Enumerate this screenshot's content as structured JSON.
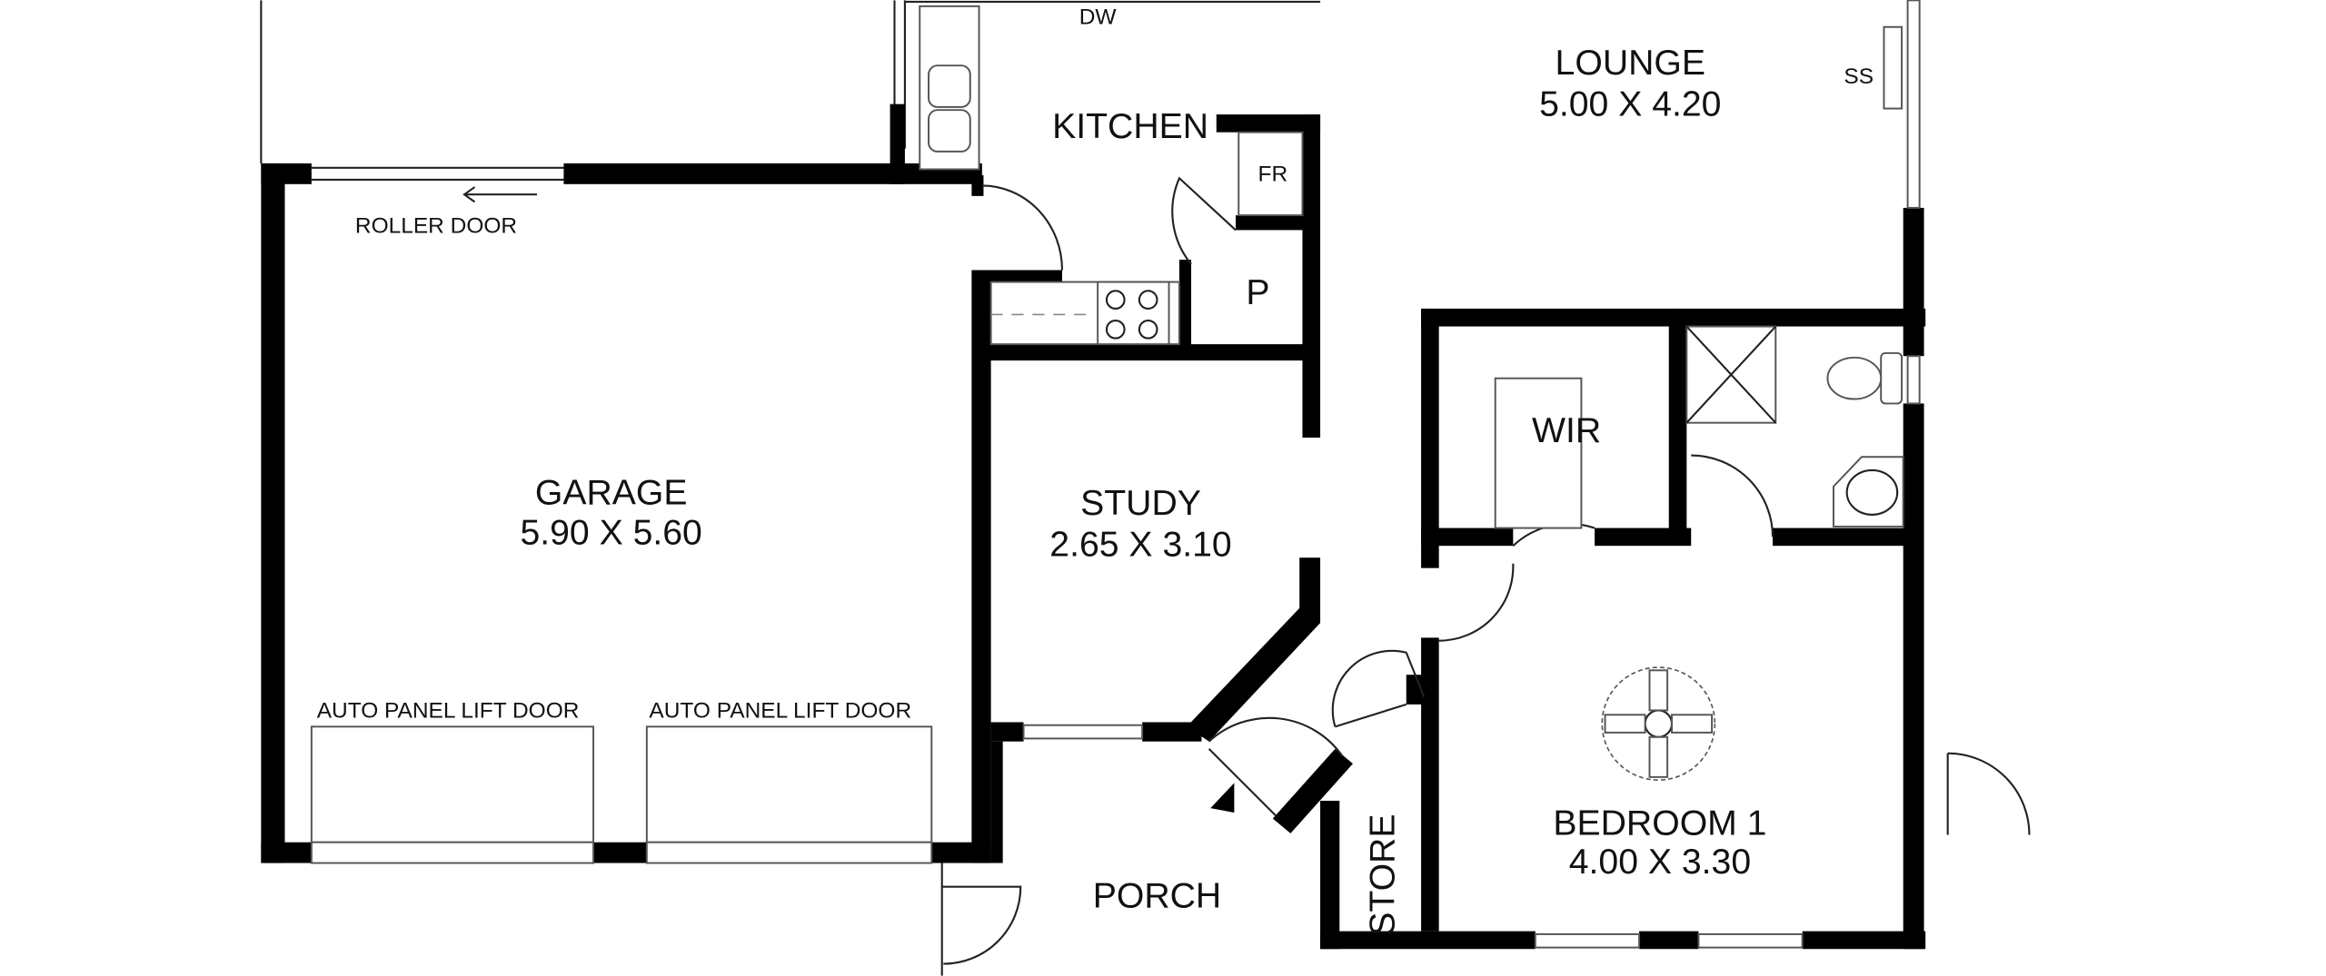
{
  "rooms": {
    "lounge": {
      "name": "LOUNGE",
      "size": "5.00 X 4.20"
    },
    "kitchen": {
      "name": "KITCHEN"
    },
    "garage": {
      "name": "GARAGE",
      "size": "5.90 X 5.60"
    },
    "study": {
      "name": "STUDY",
      "size": "2.65 X 3.10"
    },
    "bedroom1": {
      "name": "BEDROOM 1",
      "size": "4.00 X 3.30"
    },
    "wir": {
      "name": "WIR"
    },
    "porch": {
      "name": "PORCH"
    },
    "store": {
      "name": "STORE"
    },
    "pantry": {
      "name": "P"
    },
    "fridge": {
      "name": "FR"
    }
  },
  "labels": {
    "dw": "DW",
    "ss": "SS",
    "roller_door": "ROLLER DOOR",
    "lift_door_1": "AUTO PANEL LIFT DOOR",
    "lift_door_2": "AUTO PANEL LIFT DOOR"
  }
}
